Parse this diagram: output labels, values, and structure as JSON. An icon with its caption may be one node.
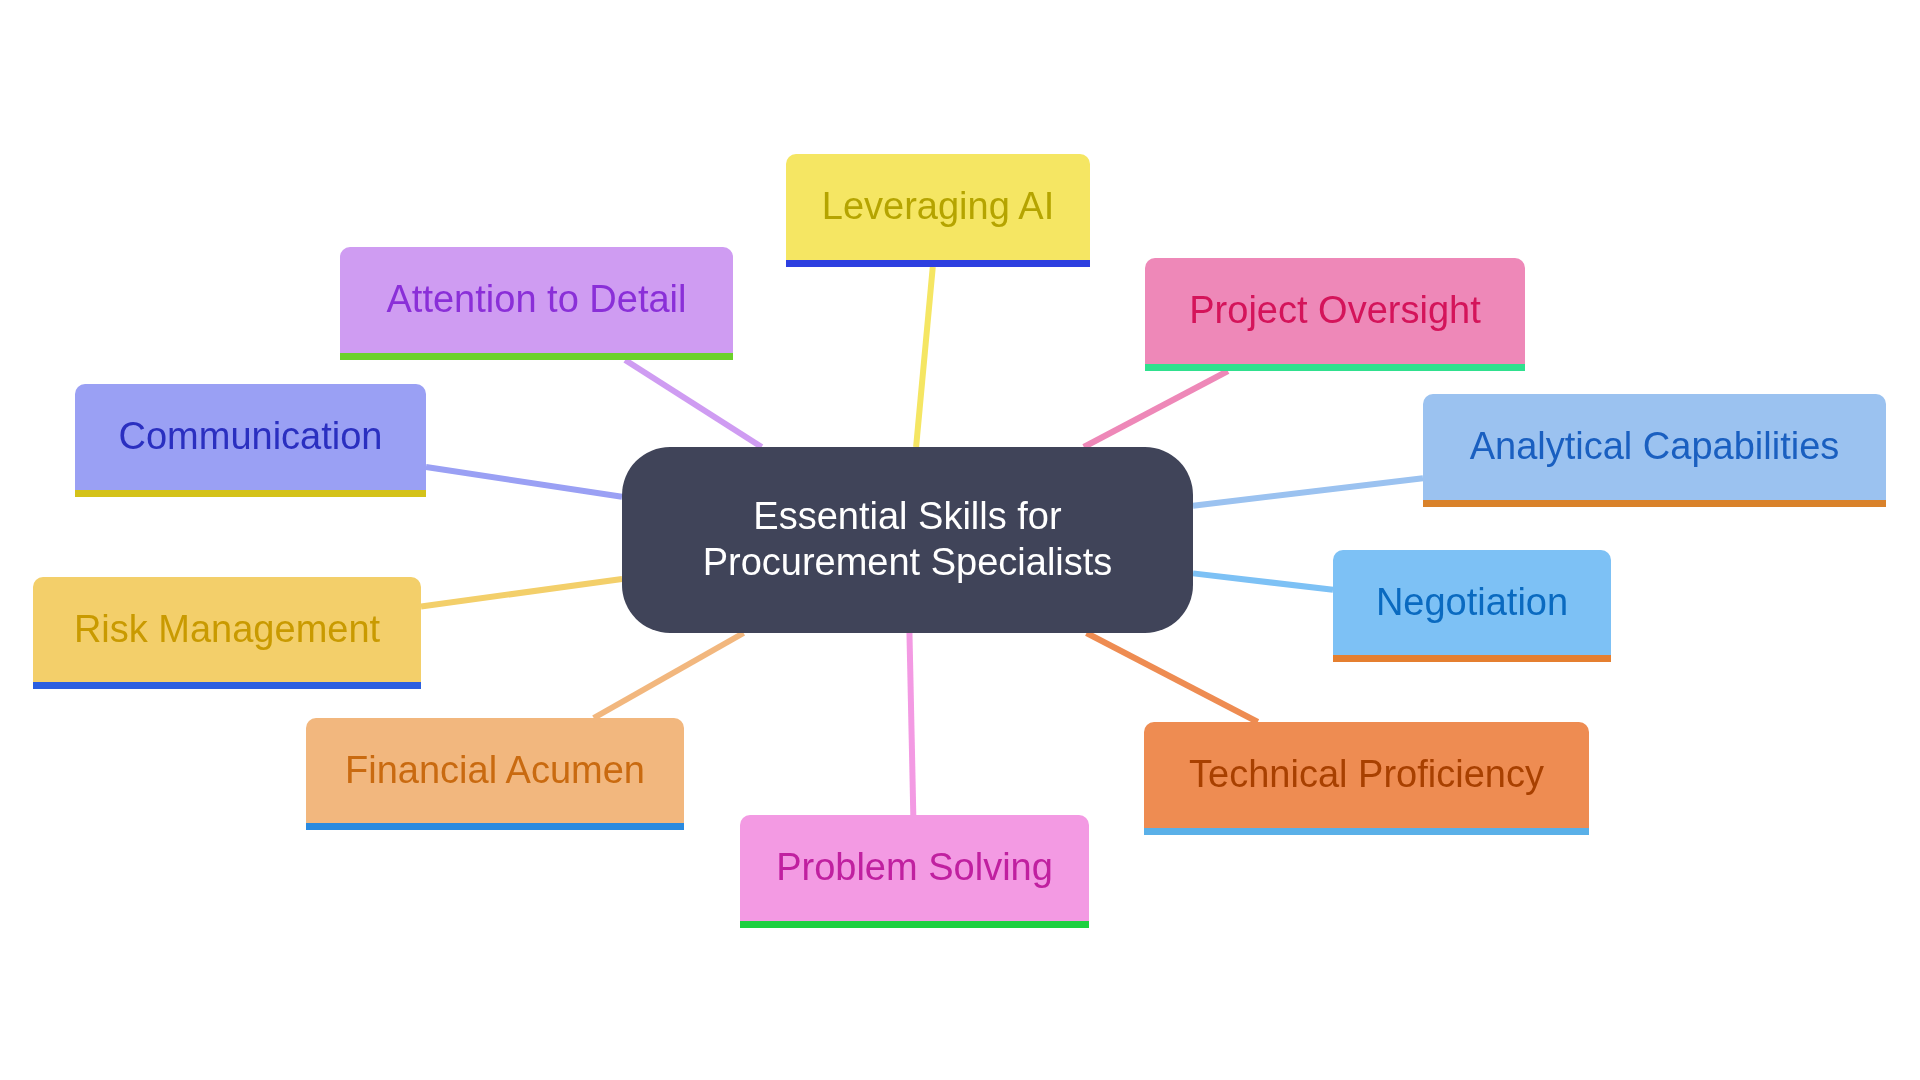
{
  "diagram": {
    "nodes": [
      {
        "text": [
          "Essential Skills for Procurement Specialists"
        ]
      },
      {
        "text": [
          "Leveraging AI"
        ]
      },
      {
        "text": [
          "Attention to Detail"
        ]
      },
      {
        "text": [
          "Project Oversight"
        ]
      },
      {
        "text": [
          "Communication"
        ]
      },
      {
        "text": [
          "Analytical Capabilities"
        ]
      },
      {
        "text": [
          "Negotiation"
        ]
      },
      {
        "text": [
          "Risk Management"
        ]
      },
      {
        "text": [
          "Financial Acumen"
        ]
      },
      {
        "text": [
          "Technical Proficiency"
        ]
      },
      {
        "text": [
          "Problem Solving"
        ]
      }
    ],
    "edges": [
      {
        "from": 0,
        "to": 1,
        "arrow": "none",
        "color": "#f5e663"
      },
      {
        "from": 0,
        "to": 2,
        "arrow": "none",
        "color": "#cf9cf2"
      },
      {
        "from": 0,
        "to": 3,
        "arrow": "none",
        "color": "#ee88b8"
      },
      {
        "from": 0,
        "to": 4,
        "arrow": "none",
        "color": "#9aa0f4"
      },
      {
        "from": 0,
        "to": 5,
        "arrow": "none",
        "color": "#9bc2f0"
      },
      {
        "from": 0,
        "to": 6,
        "arrow": "none",
        "color": "#7dc1f5"
      },
      {
        "from": 0,
        "to": 7,
        "arrow": "none",
        "color": "#f3cf6a"
      },
      {
        "from": 0,
        "to": 8,
        "arrow": "none",
        "color": "#f2b77e"
      },
      {
        "from": 0,
        "to": 9,
        "arrow": "none",
        "color": "#ee8c52"
      },
      {
        "from": 0,
        "to": 10,
        "arrow": "none",
        "color": "#f39ae3"
      }
    ]
  }
}
